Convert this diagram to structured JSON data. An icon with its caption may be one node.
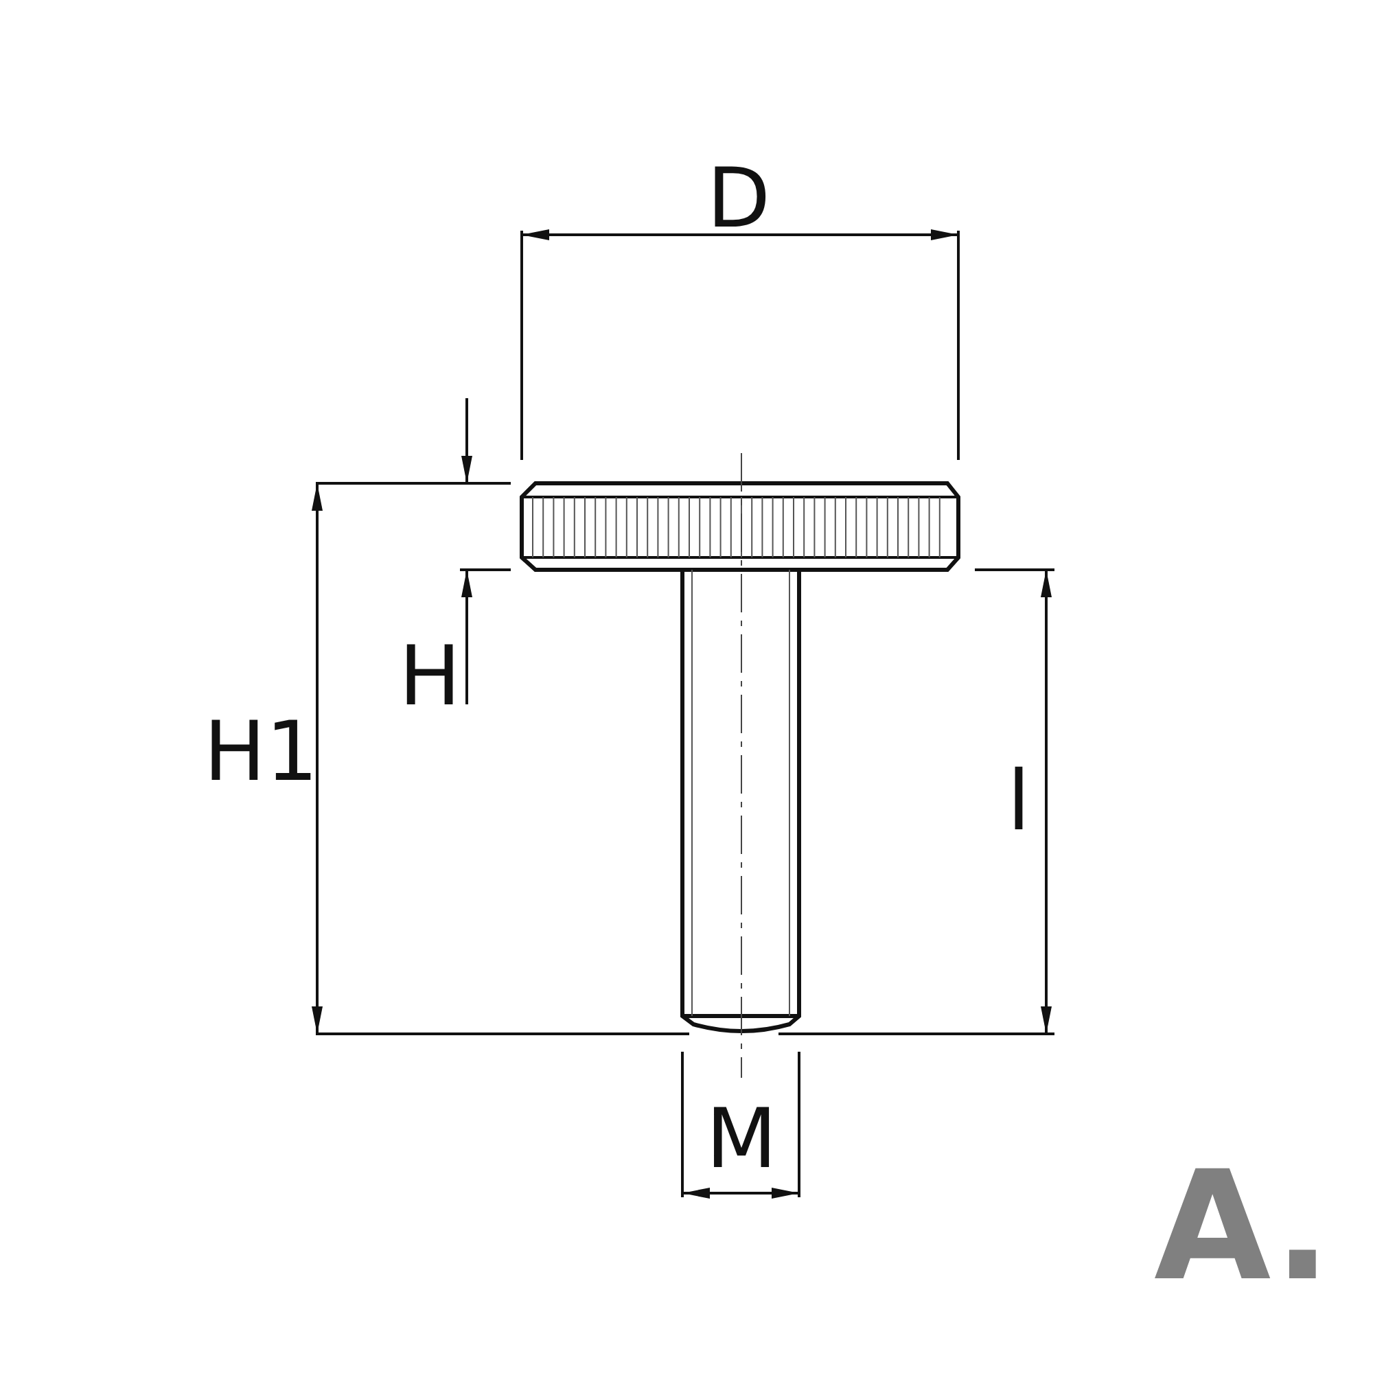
{
  "diagram": {
    "labels": [
      "D",
      "H",
      "H1",
      "l",
      "M",
      "A."
    ]
  }
}
